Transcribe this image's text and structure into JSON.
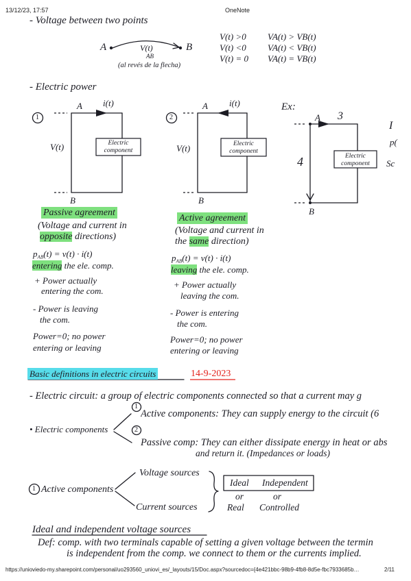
{
  "header": {
    "datetime": "13/12/23, 17:57",
    "app_title": "OneNote"
  },
  "voltage_section": {
    "heading": "- Voltage between two points",
    "node_a": "A",
    "node_b": "B",
    "voltage_label": "V(t)",
    "voltage_subscript": "AB",
    "note": "(al revés de la flecha)",
    "rules": [
      {
        "condition": "V(t) >0",
        "result": "VA(t) > VB(t)"
      },
      {
        "condition": "V(t) <0",
        "result": "VA(t) < VB(t)"
      },
      {
        "condition": "V(t) = 0",
        "result": "VA(t) = VB(t)"
      }
    ]
  },
  "power_section": {
    "heading": "- Electric power",
    "component_line1": "Electric",
    "component_line2": "component",
    "diagram_1": {
      "number": "1",
      "node_a": "A",
      "node_b": "B",
      "current": "i(t)",
      "voltage": "V(t)"
    },
    "diagram_2": {
      "number": "2",
      "node_a": "A",
      "node_b": "B",
      "current": "i(t)",
      "voltage": "V(t)"
    },
    "example": {
      "label": "Ex:",
      "node_a": "A",
      "node_b": "B",
      "current": "3",
      "voltage": "4",
      "cut_text": [
        "I",
        "p(",
        "Sc"
      ]
    },
    "passive": {
      "title": "Passive agreement",
      "desc_line1": "(Voltage and current in",
      "desc_line2_highlight": "opposite",
      "desc_line2_rest": " directions)",
      "formula_p": "p",
      "formula_sub": "AB",
      "formula_rest": "(t) = v(t) · i(t)",
      "formula_note_highlight": "entering",
      "formula_note_rest": " the ele. comp.",
      "positive_line1": "+ Power actually",
      "positive_line2": "entering the com.",
      "negative_line1": "- Power is leaving",
      "negative_line2": "the com.",
      "zero_line1": "Power=0; no power",
      "zero_line2": "entering or leaving"
    },
    "active": {
      "title": "Active agreement",
      "desc_line1": "(Voltage and current in",
      "desc_line2_pre": "the ",
      "desc_line2_highlight": "same",
      "desc_line2_rest": " direction)",
      "formula_p": "p",
      "formula_sub": "AB",
      "formula_rest": "(t) = v(t) · i(t)",
      "formula_note_highlight": "leaving",
      "formula_note_rest": " the ele. comp.",
      "positive_line1": "+ Power actually",
      "positive_line2": "leaving the com.",
      "negative_line1": "- Power is entering",
      "negative_line2": "the com.",
      "zero_line1": "Power=0; no power",
      "zero_line2": "entering or leaving"
    }
  },
  "definitions": {
    "title": "Basic definitions in electric circuits",
    "date": "14-9-2023",
    "circuit": "- Electric circuit: a group of electric components connected so that a current may g",
    "components_label": "• Electric components",
    "active_number": "1",
    "active_text": "Active components: They can supply energy to the circuit (6",
    "passive_number": "2",
    "passive_text": "Passive comp: They can either dissipate energy in heat or abs",
    "passive_text_line2": "and return it. (Impedances or loads)"
  },
  "active_components": {
    "number": "1",
    "label": "Active components",
    "voltage_sources": "Voltage sources",
    "current_sources": "Current sources",
    "ideal": "Ideal",
    "independent": "Independent",
    "or_left": "or",
    "or_right": "or",
    "real": "Real",
    "controlled": "Controlled"
  },
  "ideal_sources": {
    "title": "Ideal and independent voltage sources",
    "def_line1": "Def: comp. with two terminals capable of setting a given voltage between the termin",
    "def_line2": "is independent from the comp. we connect to them or the currents implied."
  },
  "footer": {
    "url": "https://unioviedo-my.sharepoint.com/personal/uo293560_uniovi_es/_layouts/15/Doc.aspx?sourcedoc={4e421bbc-98b9-4fb8-8d5e-fbc7933685b…",
    "page": "2/11"
  },
  "colors": {
    "ink": "#1c1c24",
    "green_highlight": "#7ee07e",
    "cyan_highlight": "#57dcea",
    "date_red": "#e3231c"
  }
}
